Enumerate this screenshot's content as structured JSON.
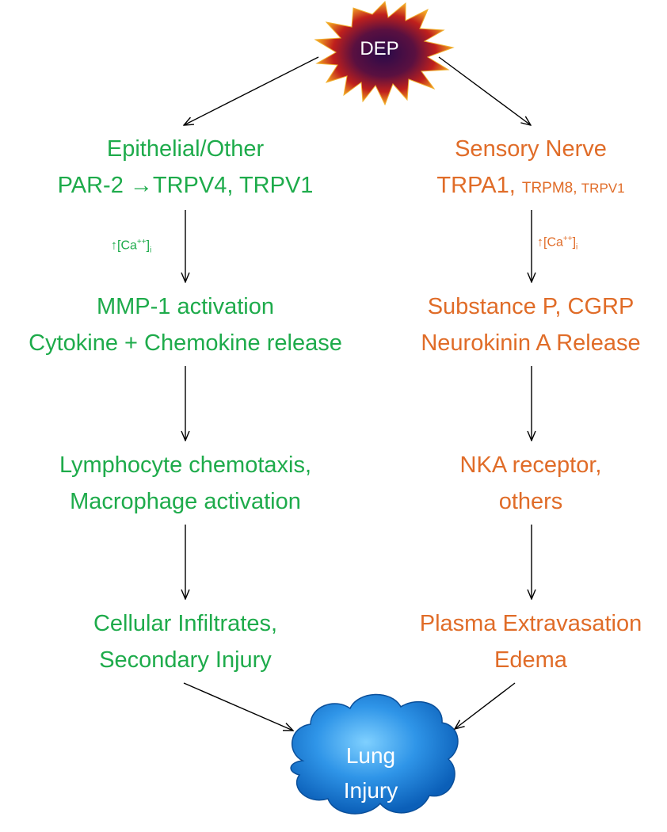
{
  "colors": {
    "left_branch": "#1eab4b",
    "right_branch": "#e06c28",
    "arrow": "#000000",
    "burst_outer": "#e8241c",
    "burst_inner": "#2a0a4a",
    "cloud_light": "#3fb2ff",
    "cloud_dark": "#0b5fb8"
  },
  "source": {
    "label": "DEP",
    "shape": "explosion-burst"
  },
  "left": {
    "nodes": [
      {
        "lines": [
          "Epithelial/Other",
          "PAR-2 →TRPV4, TRPV1"
        ]
      },
      {
        "lines": [
          "MMP-1 activation",
          "Cytokine + Chemokine release"
        ]
      },
      {
        "lines": [
          "Lymphocyte chemotaxis,",
          "Macrophage activation"
        ]
      },
      {
        "lines": [
          "Cellular Infiltrates,",
          "Secondary Injury"
        ]
      }
    ],
    "calcium": {
      "arrow": "↑",
      "base": "[Ca",
      "sup": "++",
      "close": "]",
      "sub": "i"
    }
  },
  "right": {
    "nodes": [
      {
        "line1": "Sensory Nerve",
        "line2_parts": [
          "TRPA1, ",
          "TRPM8, ",
          "TRPV1"
        ]
      },
      {
        "lines": [
          "Substance P, CGRP",
          "Neurokinin A Release"
        ]
      },
      {
        "lines": [
          "NKA receptor,",
          "others"
        ]
      },
      {
        "lines": [
          "Plasma Extravasation",
          "Edema"
        ]
      }
    ],
    "calcium": {
      "arrow": "↑",
      "base": "[Ca",
      "sup": "++",
      "close": "]",
      "sub": "i"
    }
  },
  "outcome": {
    "lines": [
      "Lung",
      "Injury"
    ],
    "shape": "cloud"
  }
}
